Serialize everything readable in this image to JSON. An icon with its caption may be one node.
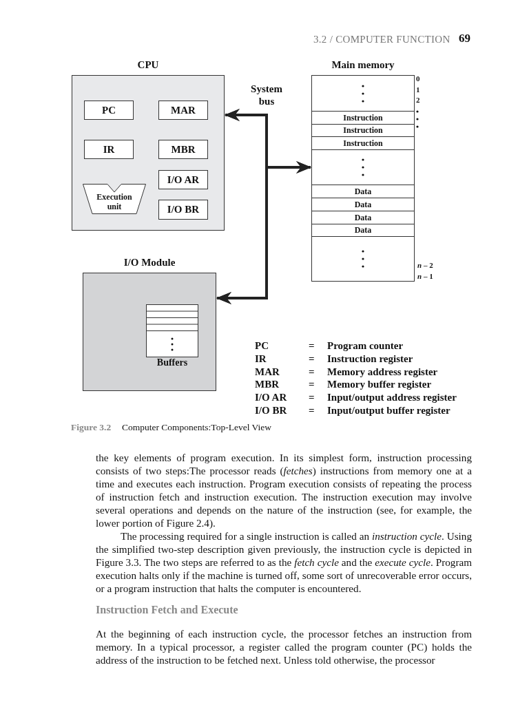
{
  "diagram": {
    "caption": "Computer Components:Top-Level View",
    "nodes": [
      {
        "text": [
          "CPU"
        ]
      },
      {
        "text": [
          "PC"
        ],
        "in": 0
      },
      {
        "text": [
          "MAR"
        ],
        "in": 0
      },
      {
        "text": [
          "IR"
        ],
        "in": 0
      },
      {
        "text": [
          "MBR"
        ],
        "in": 0
      },
      {
        "text": [
          "I/O AR"
        ],
        "in": 0
      },
      {
        "text": [
          "Execution unit"
        ],
        "in": 0
      },
      {
        "text": [
          "I/O BR"
        ],
        "in": 0
      },
      {
        "text": [
          "Main memory"
        ]
      },
      {
        "text": [],
        "shape": "box",
        "in": 8,
        "beside": [
          "0",
          "1",
          "2"
        ]
      },
      {
        "text": [
          "Instruction"
        ],
        "in": 8
      },
      {
        "text": [
          "Instruction"
        ],
        "in": 8
      },
      {
        "text": [
          "Instruction"
        ],
        "in": 8
      },
      {
        "text": [],
        "shape": "box",
        "in": 8
      },
      {
        "text": [
          "Data"
        ],
        "in": 8
      },
      {
        "text": [
          "Data"
        ],
        "in": 8
      },
      {
        "text": [
          "Data"
        ],
        "in": 8
      },
      {
        "text": [
          "Data"
        ],
        "in": 8
      },
      {
        "text": [],
        "shape": "box",
        "in": 8,
        "beside": [
          "*n* – 2",
          "*n* – 1"
        ]
      },
      {
        "text": [
          "I/O Module"
        ]
      },
      {
        "text": [
          "Buffers"
        ],
        "in": 19
      }
    ],
    "edges": [
      {
        "from": 0,
        "to": 13,
        "arrow": "both",
        "label": "System bus"
      },
      {
        "from": 0,
        "to": 19,
        "arrow": "both"
      },
      {
        "from": 13,
        "to": 19,
        "arrow": "both"
      }
    ],
    "labels": [
      "3.2 / COMPUTER FUNCTION",
      "69",
      "PC",
      "=",
      "Program counter",
      "IR",
      "=",
      "Instruction register",
      "MAR",
      "=",
      "Memory address register",
      "MBR",
      "=",
      "Memory buffer register",
      "I/O AR",
      "=",
      "Input/output address register",
      "I/O BR",
      "=",
      "Input/output buffer register",
      "Figure 3.2",
      "the key elements of program execution. In its simplest form, instruction processing consists of two steps:The processor reads (*fetches*) instructions from memory one at a time and executes each instruction. Program execution consists of repeating the process of instruction fetch and instruction execution. The instruction execution may involve several operations and depends on the nature of the instruction (see, for example, the lower portion of Figure 2.4).",
      "The processing required for a single instruction is called an *instruction cycle*. Using the simplified two-step description given previously, the instruction cycle is depicted in Figure 3.3. The two steps are referred to as the *fetch cycle* and the *execute cycle*. Program execution halts only if the machine is turned off, some sort of unrecoverable error occurs, or a program instruction that halts the computer is encountered.",
      "Instruction Fetch and Execute",
      "At the beginning of each instruction cycle, the processor fetches an instruction from memory. In a typical processor, a register called the program counter (PC) holds the address of the instruction to be fetched next. Unless told otherwise, the processor"
    ]
  }
}
